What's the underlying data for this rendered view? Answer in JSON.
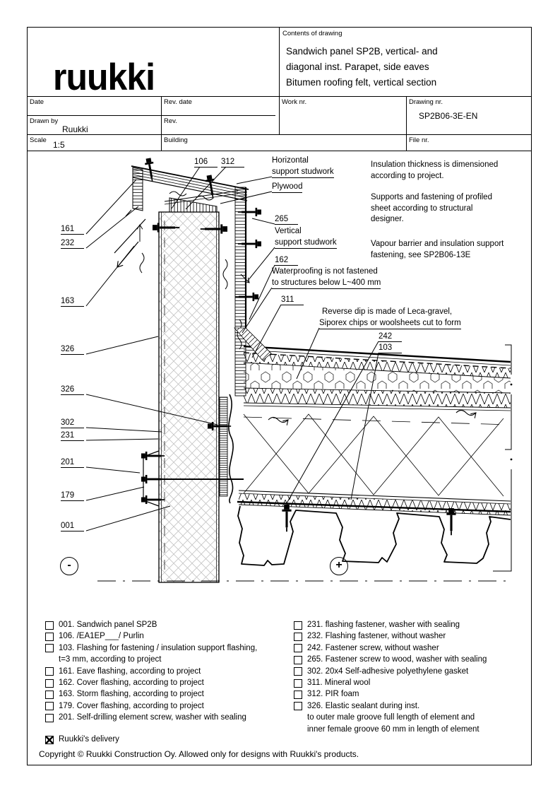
{
  "title_block": {
    "logo": "ruukki",
    "contents_label": "Contents of drawing",
    "contents_line1": "Sandwich panel SP2B, vertical- and",
    "contents_line2": "diagonal inst. Parapet, side eaves",
    "contents_line3": "Bitumen roofing felt, vertical section",
    "date_label": "Date",
    "rev_date_label": "Rev. date",
    "work_nr_label": "Work nr.",
    "drawing_nr_label": "Drawing nr.",
    "drawing_nr_value": "SP2B06-3E-EN",
    "drawn_by_label": "Drawn by",
    "drawn_by_value": "Ruukki",
    "rev_label": "Rev.",
    "scale_label": "Scale",
    "scale_value": "1:5",
    "building_label": "Building",
    "file_nr_label": "File nr."
  },
  "drawing": {
    "callouts": {
      "n106": "106",
      "n312": "312",
      "n161": "161",
      "n232": "232",
      "n163": "163",
      "n326a": "326",
      "n326b": "326",
      "n302": "302",
      "n231": "231",
      "n201": "201",
      "n179": "179",
      "n001": "001",
      "n265": "265",
      "n162": "162",
      "n311": "311",
      "n242": "242",
      "n103": "103"
    },
    "labels": {
      "horizontal_1": "Horizontal",
      "horizontal_2": "support studwork",
      "plywood": "Plywood",
      "vertical_1": "Vertical",
      "vertical_2": "support studwork",
      "waterproofing_1": "Waterproofing is not fastened",
      "waterproofing_2": "to structures below L~400 mm",
      "reverse_dip_1": "Reverse dip is made of Leca-gravel,",
      "reverse_dip_2": "Siporex chips or  woolsheets cut to form"
    },
    "notes": {
      "insulation": "Insulation thickness is dimensioned\naccording to project.",
      "supports": "Supports and fastening of profiled\nsheet according to structural\ndesigner.",
      "vapour": "Vapour barrier and insulation support\nfastening, see SP2B06-13E"
    },
    "symbols": {
      "minus": "-",
      "plus": "+"
    }
  },
  "legend": {
    "left": [
      {
        "text": "001. Sandwich panel SP2B"
      },
      {
        "text": "106. /EA1EP___/ Purlin"
      },
      {
        "text": "103. Flashing for fastening / insulation support flashing,\nt=3 mm, according to project"
      },
      {
        "text": "161. Eave flashing, according to project"
      },
      {
        "text": "162. Cover flashing, according to project"
      },
      {
        "text": "163. Storm flashing, according to project"
      },
      {
        "text": "179. Cover flashing, according to project"
      },
      {
        "text": "201. Self-drilling element screw, washer with sealing"
      }
    ],
    "right": [
      {
        "text": "231. flashing fastener, washer with sealing"
      },
      {
        "text": "232. Flashing fastener, without washer"
      },
      {
        "text": "242. Fastener screw, without washer"
      },
      {
        "text": "265. Fastener screw to wood, washer with sealing"
      },
      {
        "text": "302. 20x4 Self-adhesive polyethylene gasket"
      },
      {
        "text": "311. Mineral wool"
      },
      {
        "text": "312. PIR foam"
      },
      {
        "text": "326. Elastic sealant during inst.\nto outer male groove full length of element and\ninner female groove 60 mm in length of element"
      }
    ],
    "delivery": "Ruukki's delivery"
  },
  "footer": {
    "copyright": "Copyright © Ruukki Construction Oy. Allowed only for designs with Ruukki's products."
  }
}
